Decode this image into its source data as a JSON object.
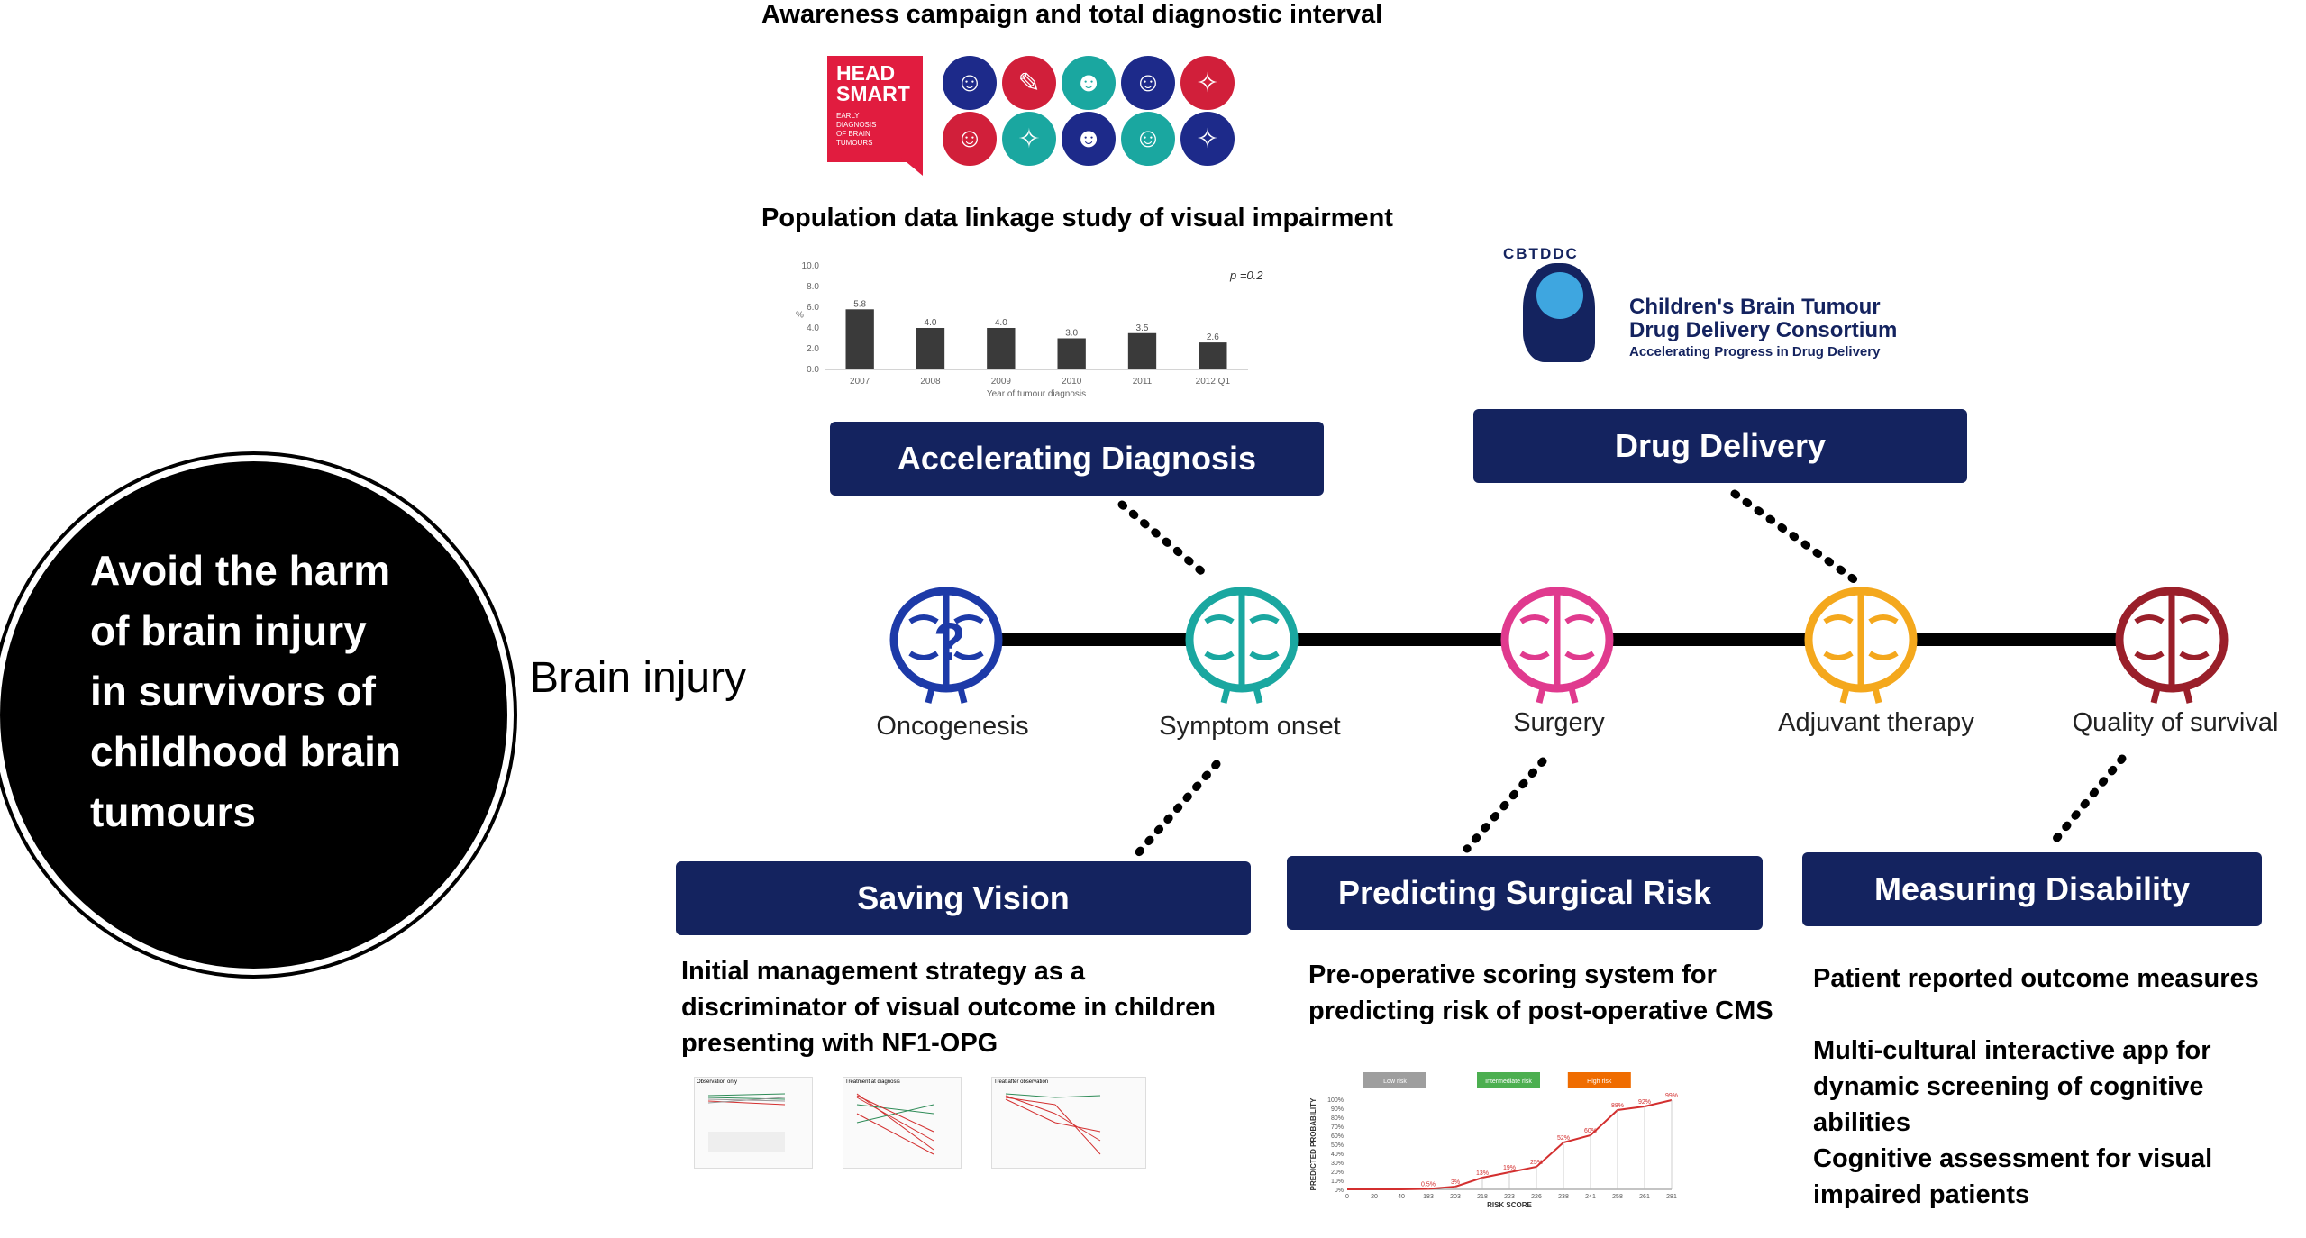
{
  "goal": {
    "lines": [
      "Avoid the harm",
      "of brain injury",
      "in survivors of",
      "childhood brain",
      "tumours"
    ]
  },
  "brain_injury_label": "Brain injury",
  "awareness": {
    "caption": "Awareness campaign and total diagnostic interval",
    "headsmart_title": [
      "HEAD",
      "SMART"
    ],
    "headsmart_small": [
      "EARLY",
      "DIAGNOSIS",
      "OF BRAIN",
      "TUMOURS"
    ]
  },
  "visual_impairment": {
    "caption": "Population data linkage study of visual impairment",
    "p_value": "p =0.2",
    "ylabel": "%",
    "xlabel": "Year of tumour diagnosis",
    "yticks": [
      "10.0",
      "8.0",
      "6.0",
      "4.0",
      "2.0",
      "0.0"
    ]
  },
  "chart_data": {
    "type": "bar",
    "categories": [
      "2007",
      "2008",
      "2009",
      "2010",
      "2011",
      "2012 Q1"
    ],
    "values": [
      5.8,
      4.0,
      4.0,
      3.0,
      3.5,
      2.6
    ],
    "data_labels": [
      "5.8",
      "4.0",
      "4.0",
      "3.0",
      "3.5",
      "2.6"
    ],
    "xlabel": "Year of tumour diagnosis",
    "ylabel": "%",
    "ylim": [
      0,
      10
    ],
    "grid": false
  },
  "cbtddc": {
    "acronym": "CBTDDC",
    "title_line1": "Children's Brain Tumour",
    "title_line2": "Drug Delivery Consortium",
    "subtitle": "Accelerating Progress in Drug Delivery"
  },
  "boxes": {
    "accelerating_diagnosis": "Accelerating Diagnosis",
    "drug_delivery": "Drug Delivery",
    "saving_vision": "Saving Vision",
    "predicting_surgical_risk": "Predicting Surgical Risk",
    "measuring_disability": "Measuring Disability"
  },
  "pathway": [
    {
      "label": "Oncogenesis",
      "color": "#1d3aa8"
    },
    {
      "label": "Symptom onset",
      "color": "#1aa7a0"
    },
    {
      "label": "Surgery",
      "color": "#e03a8e"
    },
    {
      "label": "Adjuvant therapy",
      "color": "#f4a81d"
    },
    {
      "label": "Quality of survival",
      "color": "#9a1f2a"
    }
  ],
  "saving_vision_text": [
    "Initial management strategy as a",
    "discriminator of visual outcome in children",
    "presenting with NF1-OPG"
  ],
  "surgical_risk_text": [
    "Pre-operative scoring system for",
    "predicting risk of post-operative CMS"
  ],
  "disability_items": [
    [
      "Patient reported outcome measures"
    ],
    [
      "Multi-cultural interactive app for",
      "dynamic screening of cognitive abilities"
    ],
    [
      "Cognitive assessment for visual",
      "impaired patients"
    ]
  ],
  "vision_charts": {
    "panel_titles": [
      "Observation only",
      "Treatment at diagnosis",
      "Treat after observation"
    ]
  },
  "risk_chart": {
    "ylabel": "PREDICTED PROBABILITY",
    "xlabel": "RISK SCORE",
    "bands": [
      "Low risk",
      "Intermediate risk",
      "High risk"
    ],
    "band_colors": [
      "#9e9e9e",
      "#4caf50",
      "#ef6c00"
    ],
    "yticks": [
      "100%",
      "90%",
      "80%",
      "70%",
      "60%",
      "50%",
      "40%",
      "30%",
      "20%",
      "10%",
      "0%"
    ],
    "xticks": [
      "0",
      "20",
      "40",
      "183",
      "203",
      "218",
      "223",
      "226",
      "238",
      "241",
      "258",
      "261",
      "281"
    ],
    "point_labels": [
      "0.5%",
      "3%",
      "13%",
      "19%",
      "25%",
      "52%",
      "60%",
      "88%",
      "92%",
      "99%"
    ]
  }
}
